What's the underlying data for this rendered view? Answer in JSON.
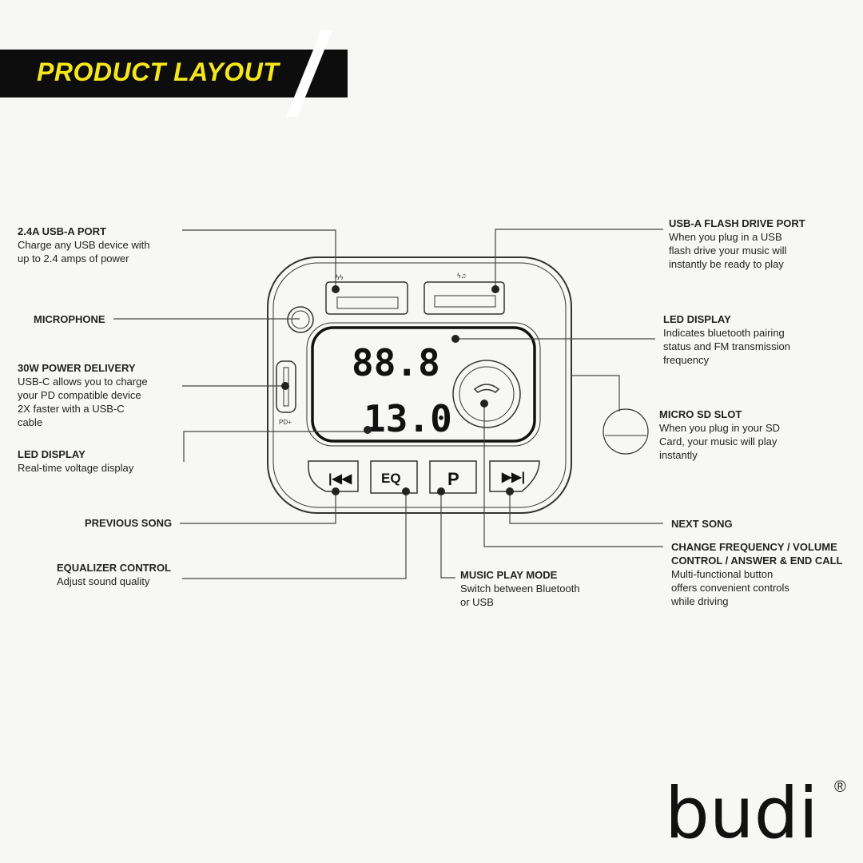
{
  "header": {
    "title": "PRODUCT LAYOUT"
  },
  "device": {
    "display_top": "88.8",
    "display_bottom": "13.0",
    "btn_prev": "⏮",
    "btn_eq": "EQ",
    "btn_p": "P",
    "btn_next": "⏭",
    "pd_label": "PD+"
  },
  "labels": {
    "usb_a": {
      "title": "2.4A USB-A PORT",
      "desc": [
        "Charge any USB device with",
        "up to 2.4 amps of power"
      ]
    },
    "mic": {
      "title": "MICROPHONE"
    },
    "pd": {
      "title": "30W POWER DELIVERY",
      "desc": [
        "USB-C allows you to charge",
        "your PD compatible device",
        "2X faster with a USB-C",
        "cable"
      ]
    },
    "led_left": {
      "title": "LED DISPLAY",
      "desc": [
        "Real-time voltage display"
      ]
    },
    "prev": {
      "title": "PREVIOUS SONG"
    },
    "eq": {
      "title": "EQUALIZER CONTROL",
      "desc": [
        "Adjust sound quality"
      ]
    },
    "mode": {
      "title": "MUSIC PLAY MODE",
      "desc": [
        "Switch between Bluetooth",
        "or USB"
      ]
    },
    "flash": {
      "title": "USB-A FLASH DRIVE PORT",
      "desc": [
        "When you plug in a USB",
        "flash drive your music will",
        "instantly be ready to play"
      ]
    },
    "led_right": {
      "title": "LED DISPLAY",
      "desc": [
        "Indicates bluetooth pairing",
        "status and FM transmission",
        "frequency"
      ]
    },
    "sd": {
      "title": "MICRO SD SLOT",
      "desc": [
        "When you plug in your SD",
        "Card, your music will play",
        "instantly"
      ]
    },
    "next": {
      "title": "NEXT SONG"
    },
    "multi": {
      "title": "CHANGE FREQUENCY / VOLUME CONTROL / ANSWER & END CALL",
      "desc": [
        "Multi-functional button",
        "offers convenient controls",
        "while driving"
      ]
    }
  },
  "brand": {
    "logo": "budi",
    "reg": "®"
  }
}
